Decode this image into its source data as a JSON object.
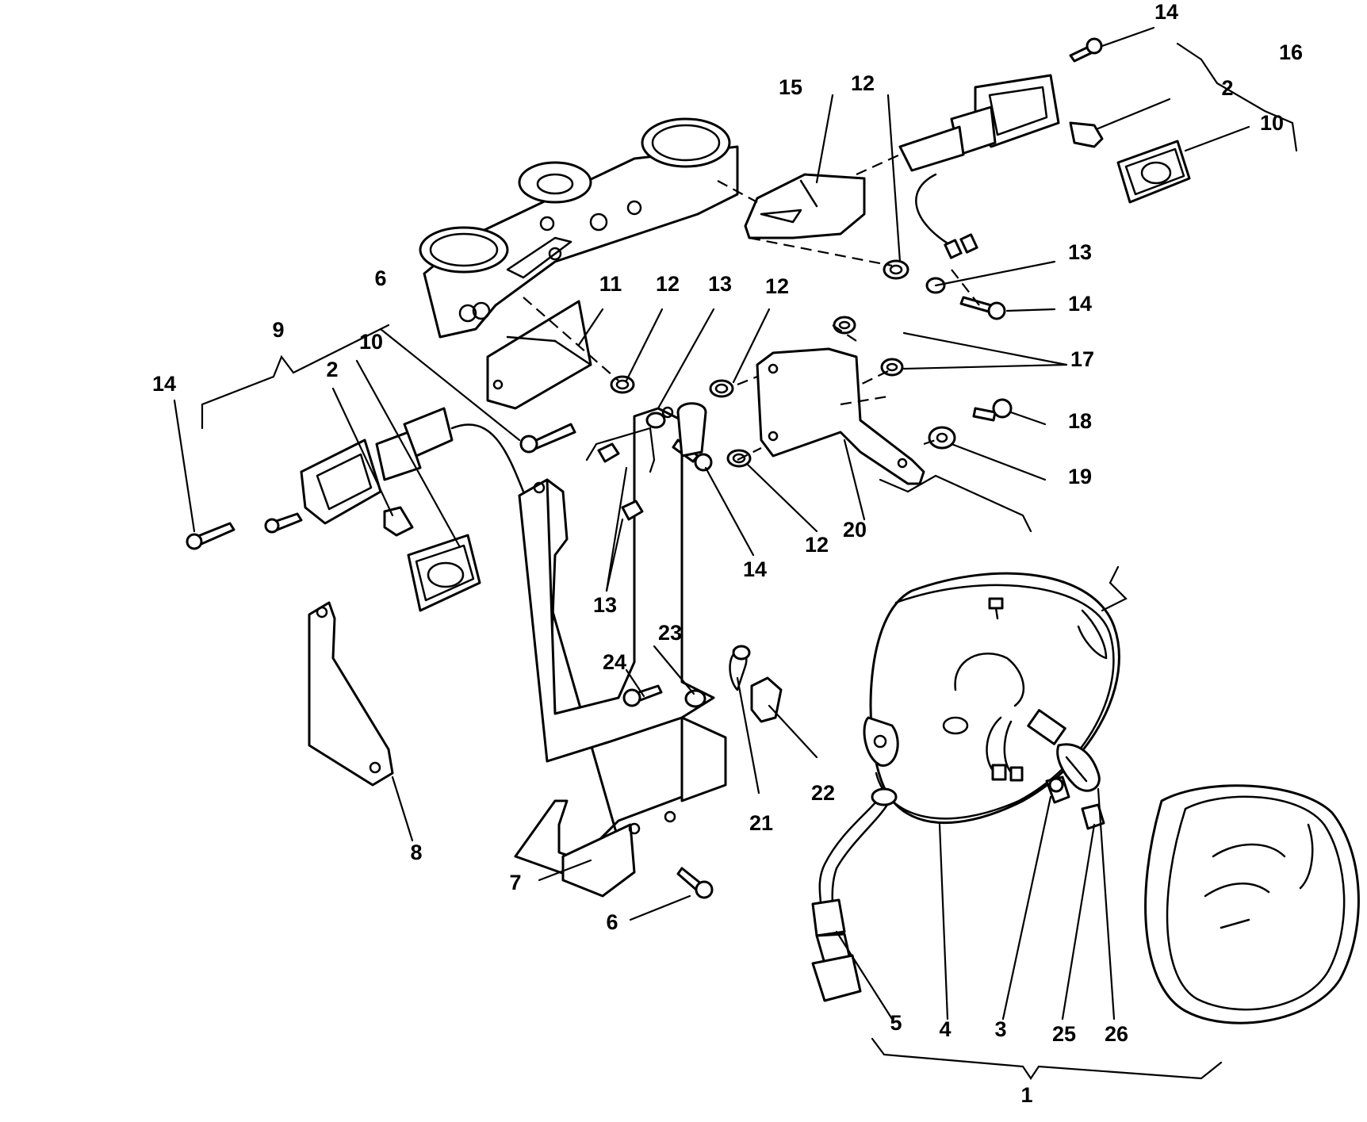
{
  "callouts": [
    {
      "id": "c1",
      "text": "1"
    },
    {
      "id": "c2a",
      "text": "2"
    },
    {
      "id": "c2b",
      "text": "2"
    },
    {
      "id": "c3",
      "text": "3"
    },
    {
      "id": "c4",
      "text": "4"
    },
    {
      "id": "c5",
      "text": "5"
    },
    {
      "id": "c6a",
      "text": "6"
    },
    {
      "id": "c6b",
      "text": "6"
    },
    {
      "id": "c7",
      "text": "7"
    },
    {
      "id": "c8",
      "text": "8"
    },
    {
      "id": "c9",
      "text": "9"
    },
    {
      "id": "c10a",
      "text": "10"
    },
    {
      "id": "c10b",
      "text": "10"
    },
    {
      "id": "c11",
      "text": "11"
    },
    {
      "id": "c12a",
      "text": "12"
    },
    {
      "id": "c12b",
      "text": "12"
    },
    {
      "id": "c12c",
      "text": "12"
    },
    {
      "id": "c12d",
      "text": "12"
    },
    {
      "id": "c13a",
      "text": "13"
    },
    {
      "id": "c13b",
      "text": "13"
    },
    {
      "id": "c13c",
      "text": "13"
    },
    {
      "id": "c14a",
      "text": "14"
    },
    {
      "id": "c14b",
      "text": "14"
    },
    {
      "id": "c14c",
      "text": "14"
    },
    {
      "id": "c14d",
      "text": "14"
    },
    {
      "id": "c15",
      "text": "15"
    },
    {
      "id": "c16",
      "text": "16"
    },
    {
      "id": "c17",
      "text": "17"
    },
    {
      "id": "c18",
      "text": "18"
    },
    {
      "id": "c19",
      "text": "19"
    },
    {
      "id": "c20",
      "text": "20"
    },
    {
      "id": "c21",
      "text": "21"
    },
    {
      "id": "c22",
      "text": "22"
    },
    {
      "id": "c23",
      "text": "23"
    },
    {
      "id": "c24",
      "text": "24"
    },
    {
      "id": "c25",
      "text": "25"
    },
    {
      "id": "c26",
      "text": "26"
    }
  ]
}
